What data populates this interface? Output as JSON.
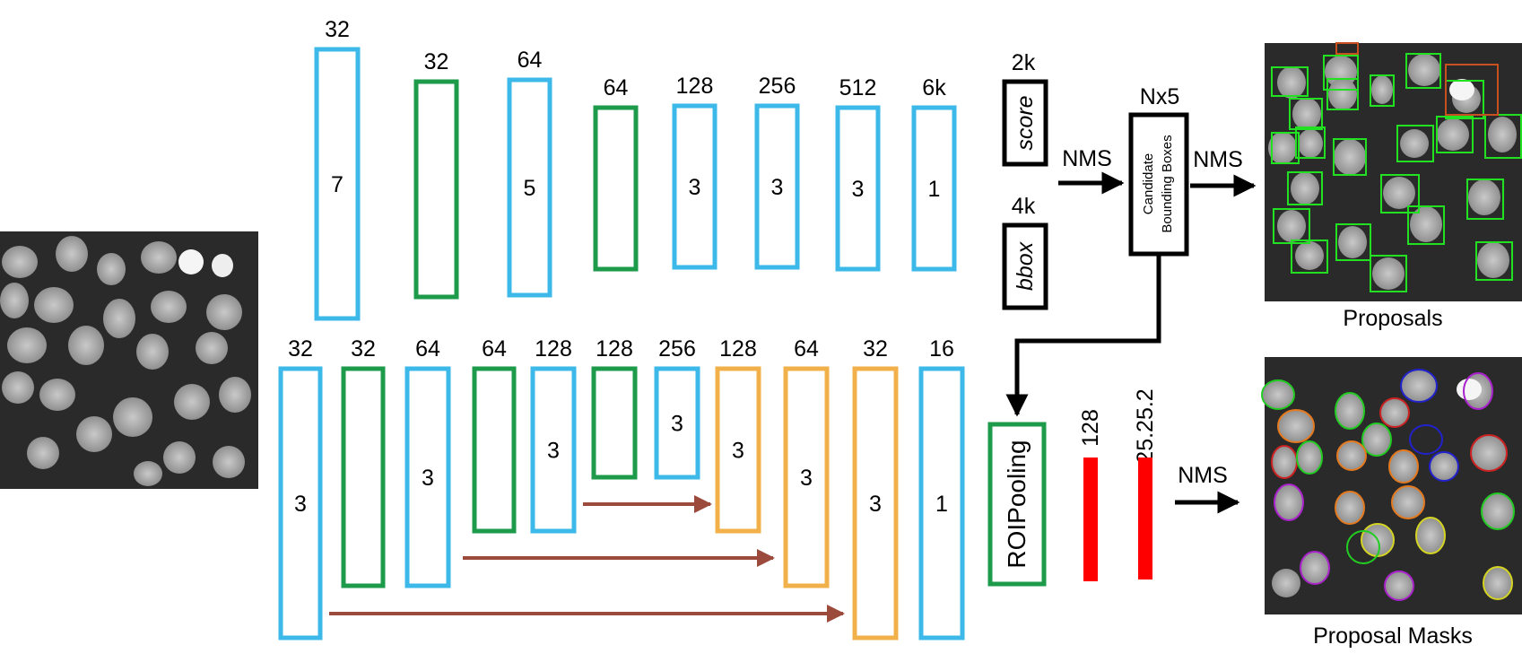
{
  "colors": {
    "conv": "#3cb9e8",
    "pool": "#1e9a4b",
    "up": "#f2b04a",
    "skip_arrow": "#9c4a3c",
    "fc": "#ff0000",
    "box_outline": "#000000",
    "proposal_box": "#22e022"
  },
  "top_branch": {
    "blocks": [
      {
        "channels": "32",
        "kernel": "7",
        "kind": "conv"
      },
      {
        "channels": "32",
        "kernel": "",
        "kind": "pool"
      },
      {
        "channels": "64",
        "kernel": "5",
        "kind": "conv"
      },
      {
        "channels": "64",
        "kernel": "",
        "kind": "pool"
      },
      {
        "channels": "128",
        "kernel": "3",
        "kind": "conv"
      },
      {
        "channels": "256",
        "kernel": "3",
        "kind": "conv"
      },
      {
        "channels": "512",
        "kernel": "3",
        "kind": "conv"
      },
      {
        "channels": "6k",
        "kernel": "1",
        "kind": "conv"
      }
    ],
    "outputs": [
      {
        "size": "2k",
        "name": "score"
      },
      {
        "size": "4k",
        "name": "bbox"
      }
    ],
    "nms_label_1": "NMS",
    "candidate": {
      "size": "Nx5",
      "line1": "Candidate",
      "line2": "Bounding Boxes"
    },
    "nms_label_2": "NMS",
    "proposals_caption": "Proposals"
  },
  "bottom_branch": {
    "blocks": [
      {
        "channels": "32",
        "kernel": "3",
        "kind": "conv"
      },
      {
        "channels": "32",
        "kernel": "",
        "kind": "pool"
      },
      {
        "channels": "64",
        "kernel": "3",
        "kind": "conv"
      },
      {
        "channels": "64",
        "kernel": "",
        "kind": "pool"
      },
      {
        "channels": "128",
        "kernel": "3",
        "kind": "conv"
      },
      {
        "channels": "128",
        "kernel": "",
        "kind": "pool"
      },
      {
        "channels": "256",
        "kernel": "3",
        "kind": "conv"
      },
      {
        "channels": "128",
        "kernel": "3",
        "kind": "up"
      },
      {
        "channels": "64",
        "kernel": "3",
        "kind": "up"
      },
      {
        "channels": "32",
        "kernel": "3",
        "kind": "up"
      },
      {
        "channels": "16",
        "kernel": "1",
        "kind": "conv"
      }
    ],
    "roi_label": "ROIPooling",
    "fc1_label": "128",
    "fc2_label": "25.25.2",
    "nms_label": "NMS",
    "masks_caption": "Proposal Masks"
  },
  "images": {
    "input": "input-cell-image",
    "proposals": "proposals-image",
    "masks": "proposal-masks-image"
  }
}
